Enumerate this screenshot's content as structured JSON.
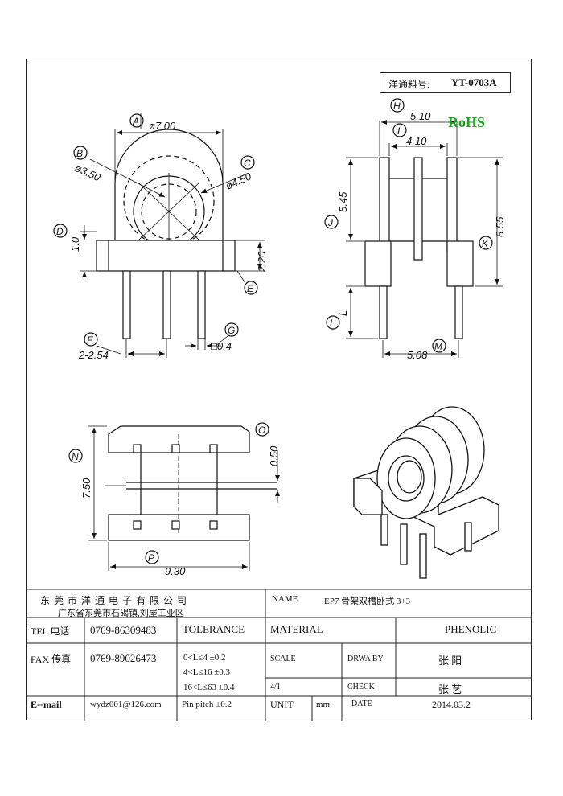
{
  "part_box": {
    "label": "洋通料号:",
    "number": "YT-0703A"
  },
  "rohs": {
    "text": "RoHS",
    "color": "#1aa31a"
  },
  "top_view": {
    "callouts": [
      "A",
      "B",
      "C",
      "D",
      "E",
      "F",
      "G"
    ],
    "dims": {
      "a": "ø7.00",
      "b": "ø3.50",
      "c": "ø4.50",
      "d": "1.0",
      "e": "2.20",
      "f": "2-2.54",
      "g": "□0.4"
    }
  },
  "side_view": {
    "callouts": [
      "H",
      "I",
      "J",
      "K",
      "L",
      "M"
    ],
    "dims": {
      "h": "5.10",
      "i": "4.10",
      "j": "5.45",
      "k": "8.55",
      "l": "L",
      "m": "5.08"
    }
  },
  "bottom_view": {
    "callouts": [
      "N",
      "O",
      "P"
    ],
    "dims": {
      "n": "7.50",
      "o": "0.50",
      "p": "9.30"
    }
  },
  "title_block": {
    "company": "东 莞 市 洋 通 电 子 有 限 公 司",
    "address": "广东省东莞市石碣镇,刘屋工业区",
    "name_label": "NAME",
    "name_value": "EP7 骨架双槽卧式 3+3",
    "tel_label": "TEL 电话",
    "tel_value": "0769-86309483",
    "fax_label": "FAX 传真",
    "fax_value": "0769-89026473",
    "email_label": "E--mail",
    "email_value": "wydz001@126.com",
    "tolerance_label": "TOLERANCE",
    "tol_1": "0<L≤4   ±0.2",
    "tol_2": "4<L≤16  ±0.3",
    "tol_3": "16<L≤63  ±0.4",
    "pin_pitch": "Pin pitch  ±0.2",
    "material_label": "MATERIAL",
    "material_value": "PHENOLIC",
    "scale_label": "SCALE",
    "scale_value": "4/1",
    "drawby_label": "DRWA BY",
    "drawby_value": "张 阳",
    "check_label": "CHECK",
    "check_value": "张 艺",
    "unit_label": "UNIT",
    "unit_value": "mm",
    "date_label": "DATE",
    "date_value": "2014.03.2"
  }
}
